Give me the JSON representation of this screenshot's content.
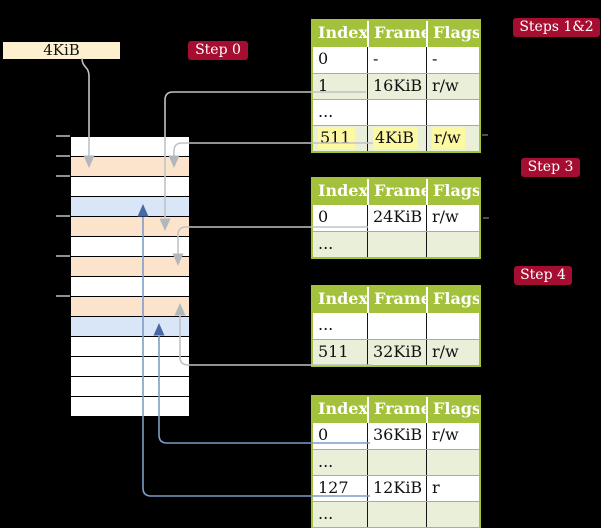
{
  "page": {
    "background": "#000000",
    "description": "multi-level page table walk diagram"
  },
  "page_size_box": {
    "label": "4KiB"
  },
  "badges": {
    "step0": {
      "label": "Step 0"
    },
    "steps12": {
      "label": "Steps 1&2"
    },
    "step3": {
      "label": "Step 3"
    },
    "step4": {
      "label": "Step 4"
    }
  },
  "tables": [
    {
      "name": "page-table-steps-1-2",
      "headers": [
        "Index",
        "Frame",
        "Flags"
      ],
      "rows": [
        {
          "cells": [
            "0",
            "-",
            "-"
          ],
          "shaded": false,
          "highlighted": false
        },
        {
          "cells": [
            "1",
            "16KiB",
            "r/w"
          ],
          "shaded": true,
          "highlighted": false
        },
        {
          "cells": [
            "...",
            "",
            ""
          ],
          "shaded": false,
          "highlighted": false
        },
        {
          "cells": [
            "511",
            "4KiB",
            "r/w"
          ],
          "shaded": true,
          "highlighted": true
        }
      ]
    },
    {
      "name": "page-table-step-3",
      "headers": [
        "Index",
        "Frame",
        "Flags"
      ],
      "rows": [
        {
          "cells": [
            "0",
            "24KiB",
            "r/w"
          ],
          "shaded": false,
          "highlighted": false
        },
        {
          "cells": [
            "...",
            "",
            ""
          ],
          "shaded": true,
          "highlighted": false
        }
      ]
    },
    {
      "name": "page-table-step-4-upper",
      "headers": [
        "Index",
        "Frame",
        "Flags"
      ],
      "rows": [
        {
          "cells": [
            "...",
            "",
            ""
          ],
          "shaded": false,
          "highlighted": false
        },
        {
          "cells": [
            "511",
            "32KiB",
            "r/w"
          ],
          "shaded": true,
          "highlighted": false
        }
      ]
    },
    {
      "name": "page-table-step-4-lower",
      "headers": [
        "Index",
        "Frame",
        "Flags"
      ],
      "rows": [
        {
          "cells": [
            "0",
            "36KiB",
            "r/w"
          ],
          "shaded": false,
          "highlighted": false
        },
        {
          "cells": [
            "...",
            "",
            ""
          ],
          "shaded": true,
          "highlighted": false
        },
        {
          "cells": [
            "127",
            "12KiB",
            "r"
          ],
          "shaded": false,
          "highlighted": false
        },
        {
          "cells": [
            "...",
            "",
            ""
          ],
          "shaded": true,
          "highlighted": false
        }
      ]
    }
  ],
  "memory_column": {
    "frame_rows": [
      "white",
      "orange",
      "white",
      "blue",
      "orange",
      "white",
      "orange",
      "white",
      "orange",
      "blue",
      "white",
      "white",
      "white",
      "white"
    ]
  },
  "arrows": [
    {
      "id": "size-label-arrow",
      "from": "4KiB-size-label",
      "to": "memory-frame-2",
      "color": "gray"
    },
    {
      "id": "t1-entry-1-arrow",
      "from": "table1-entry-1-16KiB",
      "to": "memory-frame-5",
      "color": "gray"
    },
    {
      "id": "t1-entry-511-arrow",
      "from": "table1-entry-511-4KiB",
      "to": "memory-frame-2",
      "color": "gray"
    },
    {
      "id": "t2-entry-0-arrow",
      "from": "table2-entry-0-24KiB",
      "to": "memory-frame-7",
      "color": "gray"
    },
    {
      "id": "t3-entry-511-arrow",
      "from": "table3-entry-511-32KiB",
      "to": "memory-frame-9",
      "color": "gray"
    },
    {
      "id": "t4-entry-0-arrow",
      "from": "table4-entry-0-36KiB",
      "to": "memory-frame-10",
      "color": "blue"
    },
    {
      "id": "t4-entry-127-arrow",
      "from": "table4-entry-127-12KiB",
      "to": "memory-frame-4",
      "color": "blue"
    }
  ],
  "colors": {
    "background": "#000000",
    "size_box_fill": "#fdf0cf",
    "badge_red": "#a60e31",
    "badge_text": "#ffffff",
    "table_green": "#a3c13a",
    "table_header_text": "#ffffff",
    "row_shaded_green": "#e9efd8",
    "yellow_highlight": "#fdf8a2",
    "frame_white": "#ffffff",
    "frame_orange": "#fce3cb",
    "frame_blue": "#d9e6f7",
    "line_gray": "#c0c3c6",
    "arrow_gray": "#b2b7bd",
    "line_blue": "#7e9cc9",
    "arrow_blue": "#4a69a4"
  }
}
